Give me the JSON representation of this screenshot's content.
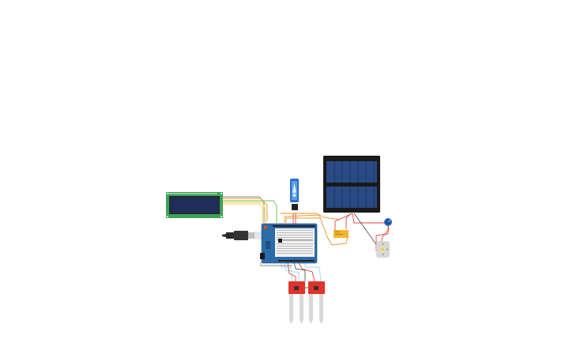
{
  "canvas": {
    "background": "#ffffff",
    "description": "Circuit schematic view"
  },
  "components": {
    "lcd": {
      "label": "LCD 16x2 (I2C)",
      "pcb_color": "#3aa35a",
      "screen_color": "#1f2d5a"
    },
    "arduino": {
      "label": "Arduino Uno R3 with mini breadboard shield",
      "board_color": "#2c6aa8"
    },
    "usb_cable": {
      "label": "USB cable"
    },
    "servo": {
      "label": "Micro servo",
      "color": "#2a6fc9"
    },
    "solar_panel": {
      "label": "Solar panel",
      "frame_color": "#1a1a1a",
      "cell_color": "#2a4a86"
    },
    "relay": {
      "label": "Relay",
      "color": "#f2b632"
    },
    "potentiometer": {
      "label": "Potentiometer",
      "color": "#2a6fc9"
    },
    "dc_motor": {
      "label": "DC motor",
      "color": "#d8d8d8"
    },
    "soil_sensor_1": {
      "label": "Soil moisture sensor",
      "color": "#e0332b"
    },
    "soil_sensor_2": {
      "label": "Soil moisture sensor",
      "color": "#e0332b"
    }
  },
  "wire_colors": {
    "red": "#e0443a",
    "orange": "#e8942a",
    "yellow": "#f0d040",
    "green": "#6cc04a",
    "gray": "#8a8a8a",
    "black": "#333333",
    "light_blue": "#9fd6e8"
  }
}
